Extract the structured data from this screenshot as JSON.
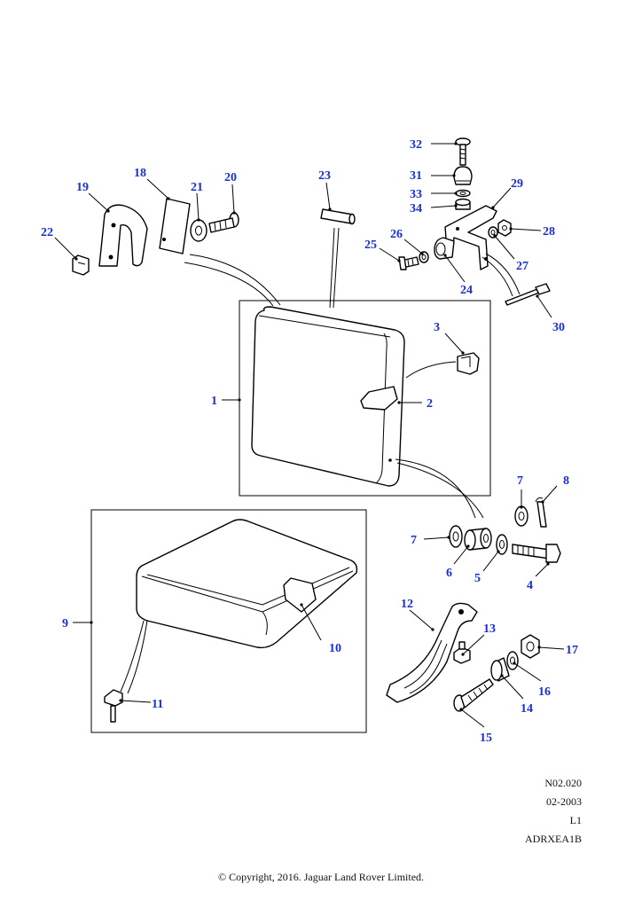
{
  "callouts": {
    "c1": "1",
    "c2": "2",
    "c3": "3",
    "c4": "4",
    "c5": "5",
    "c6": "6",
    "c7a": "7",
    "c7b": "7",
    "c8": "8",
    "c9": "9",
    "c10": "10",
    "c11": "11",
    "c12": "12",
    "c13": "13",
    "c14": "14",
    "c15": "15",
    "c16": "16",
    "c17": "17",
    "c18": "18",
    "c19": "19",
    "c20": "20",
    "c21": "21",
    "c22": "22",
    "c23": "23",
    "c24": "24",
    "c25": "25",
    "c26": "26",
    "c27": "27",
    "c28": "28",
    "c29": "29",
    "c30": "30",
    "c31": "31",
    "c32": "32",
    "c33": "33",
    "c34": "34"
  },
  "reference": {
    "code": "N02.020",
    "date": "02-2003",
    "level": "L1",
    "illustration_id": "ADRXEA1B"
  },
  "copyright": "© Copyright, 2016. Jaguar Land Rover Limited.",
  "colors": {
    "callout": "#1a2fd0",
    "line": "#000000"
  }
}
